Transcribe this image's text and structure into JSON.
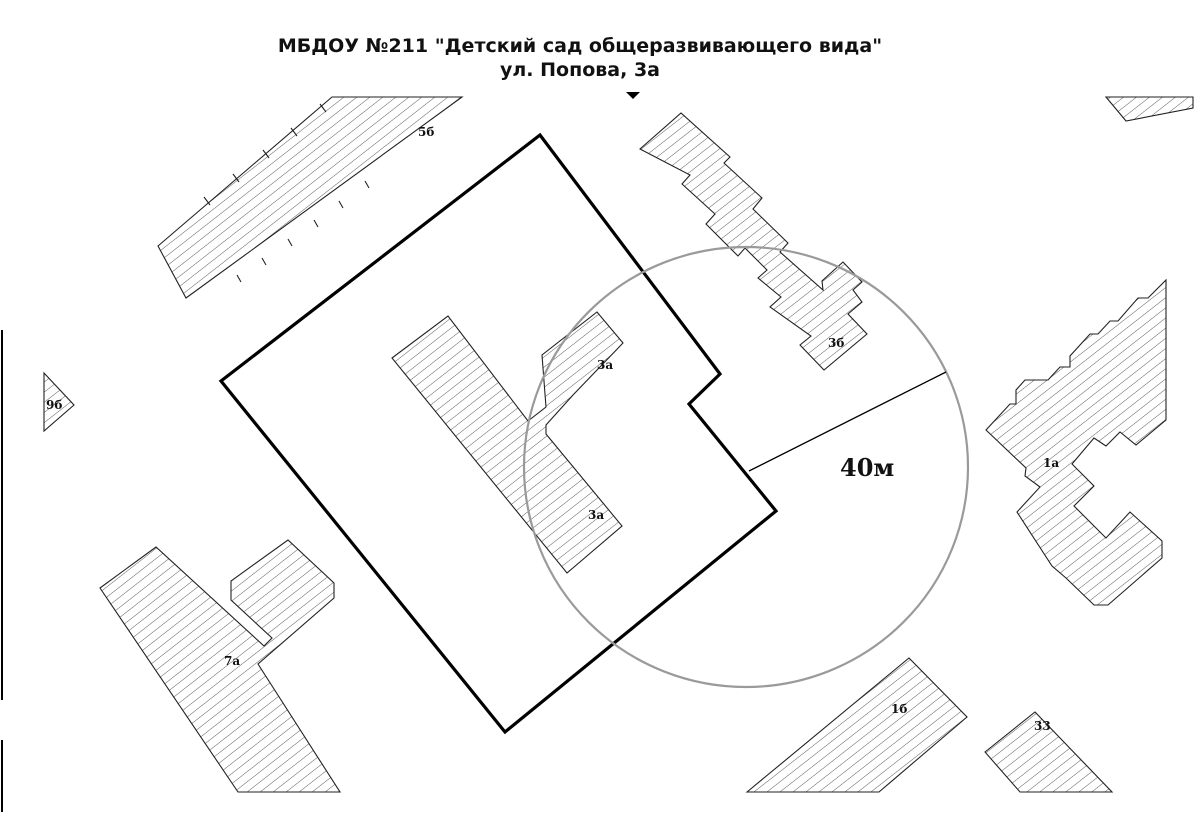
{
  "header": {
    "line1": "МБДОУ №211 \"Детский сад общеразвивающего вида\"",
    "line2": "ул.  Попова, 3а"
  },
  "buildings": {
    "b5b": "5б",
    "b3b": "3б",
    "b3a_top": "3а",
    "b3a_bottom": "3а",
    "b9b": "9б",
    "b1a": "1а",
    "b7a": "7а",
    "b1b": "1б",
    "b33": "33"
  },
  "zone": {
    "radius_label": "40м"
  },
  "colors": {
    "plot_border": "#000000",
    "zone_circle": "#9a9a9a",
    "building_outline": "#222222",
    "hatch": "#333333",
    "background": "#ffffff"
  }
}
